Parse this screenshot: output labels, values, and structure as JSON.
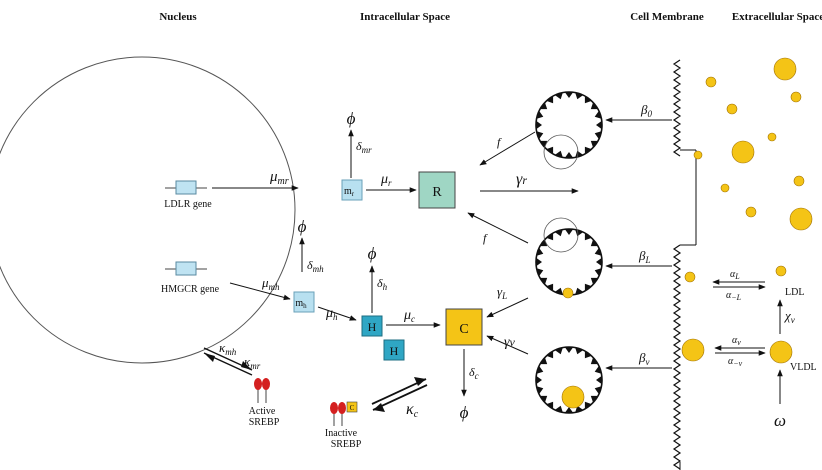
{
  "headers": {
    "nucleus": "Nucleus",
    "intracellular": "Intracellular Space",
    "membrane": "Cell Membrane",
    "extracellular": "Extracellular Space"
  },
  "genes": {
    "ldlr": "LDLR gene",
    "hmgcr": "HMGCR gene"
  },
  "boxes": {
    "m": "m",
    "sub_r": "r",
    "sub_h": "h",
    "R": "R",
    "H": "H",
    "C": "C"
  },
  "symbols": {
    "phi": "ϕ"
  },
  "rates": {
    "mu": "μ",
    "delta": "δ",
    "gamma": "γ",
    "kappa": "κ",
    "beta": "β",
    "alpha": "α",
    "chi": "χ",
    "omega": "ω",
    "f": "f",
    "r_text": "r",
    "v_text": "v",
    "sub_mr": "mr",
    "sub_mh": "mh",
    "sub_r": "r",
    "sub_h": "h",
    "sub_c": "c",
    "sub_L": "L",
    "sub_v": "v",
    "sub_0": "0",
    "sub_minus_L": "−L",
    "sub_minus_v": "−v"
  },
  "srebp": {
    "active_line1": "Active",
    "active_line2": "SREBP",
    "inactive_line1": "Inactive",
    "inactive_line2": "SREBP"
  },
  "particles": {
    "ldl": "LDL",
    "vldl": "VLDL"
  },
  "colors": {
    "receptor_box": "#9fd6c4",
    "mrna_box": "#b8e0f0",
    "hmgcr_box": "#2fa6c4",
    "cholesterol_box": "#f4c416",
    "particle": "#f4c416",
    "srebp": "#d42020"
  }
}
